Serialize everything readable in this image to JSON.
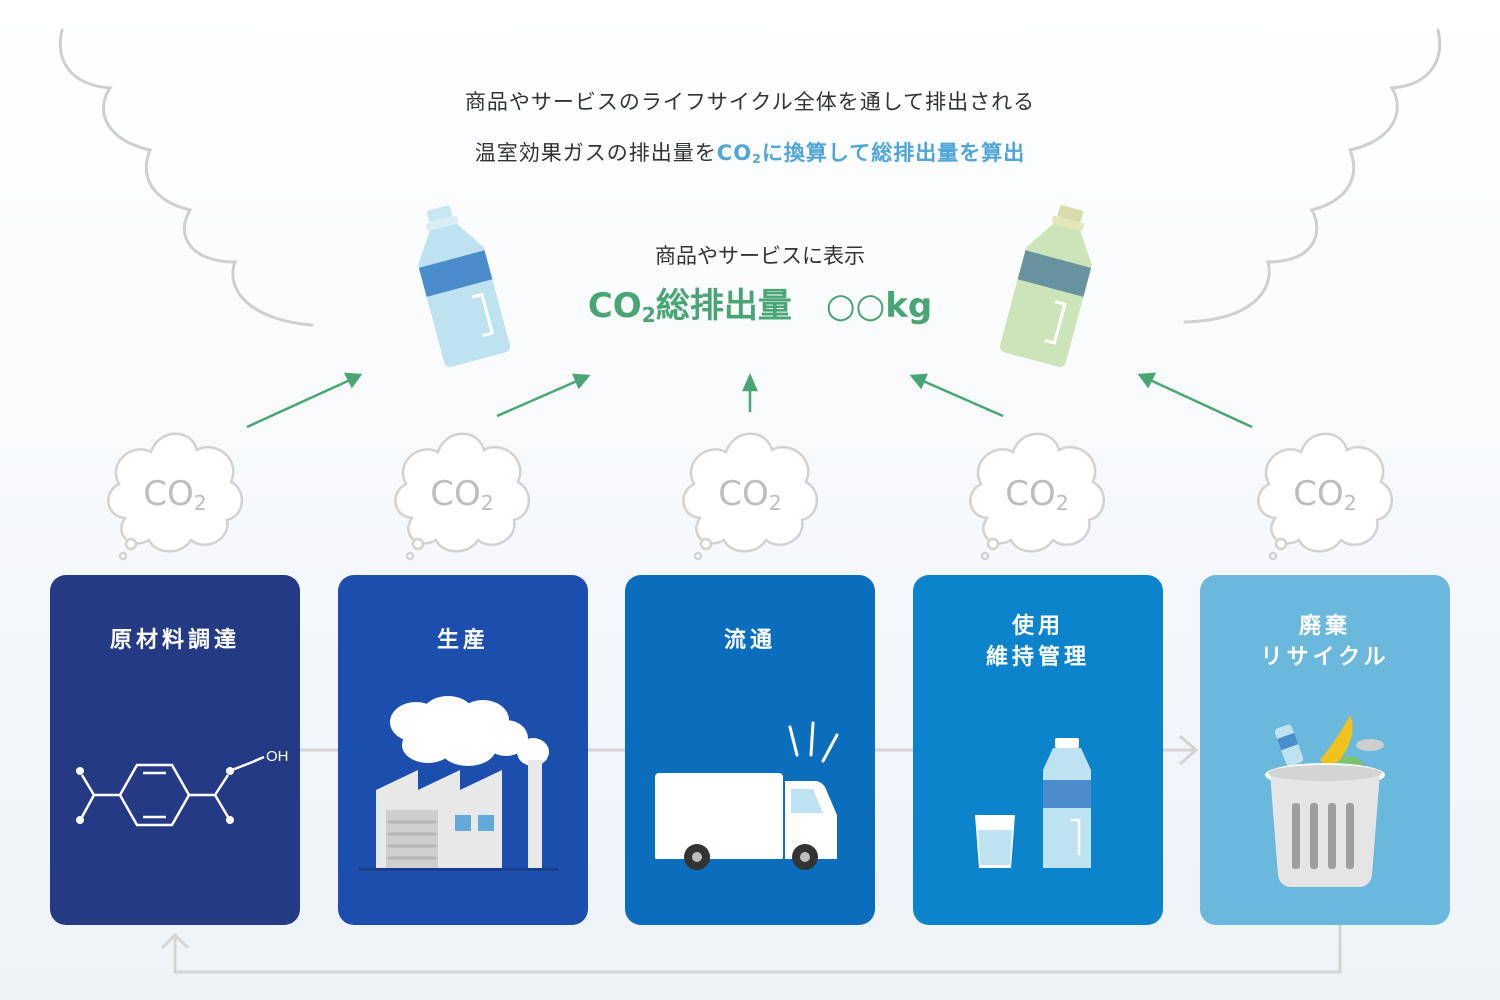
{
  "header": {
    "line1": "商品やサービスのライフサイクル全体を通して排出される",
    "line2_plain": "温室効果ガスの排出量を",
    "line2_hl_pre": "CO",
    "line2_hl_sub": "2",
    "line2_hl_post": "に換算して総排出量を算出"
  },
  "label": {
    "small": "商品やサービスに表示",
    "big_pre": "CO",
    "big_sub": "2",
    "big_post": "総排出量　○○kg"
  },
  "bubbles": [
    {
      "text": "CO",
      "sub": "2"
    },
    {
      "text": "CO",
      "sub": "2"
    },
    {
      "text": "CO",
      "sub": "2"
    },
    {
      "text": "CO",
      "sub": "2"
    },
    {
      "text": "CO",
      "sub": "2"
    }
  ],
  "stages": [
    {
      "line1": "原材料調達",
      "line2": "",
      "color": "#253a85"
    },
    {
      "line1": "生産",
      "line2": "",
      "color": "#1c4fad"
    },
    {
      "line1": "流通",
      "line2": "",
      "color": "#0b6ebd"
    },
    {
      "line1": "使用",
      "line2": "維持管理",
      "color": "#0b84cc"
    },
    {
      "line1": "廃棄",
      "line2": "リサイクル",
      "color": "#6ab8dc"
    }
  ],
  "molecule_label": "OH",
  "colors": {
    "arrow": "#4aa574",
    "accent_blue": "#4fa6d6",
    "accent_green": "#4aa574",
    "connector": "#d4d4d4"
  }
}
